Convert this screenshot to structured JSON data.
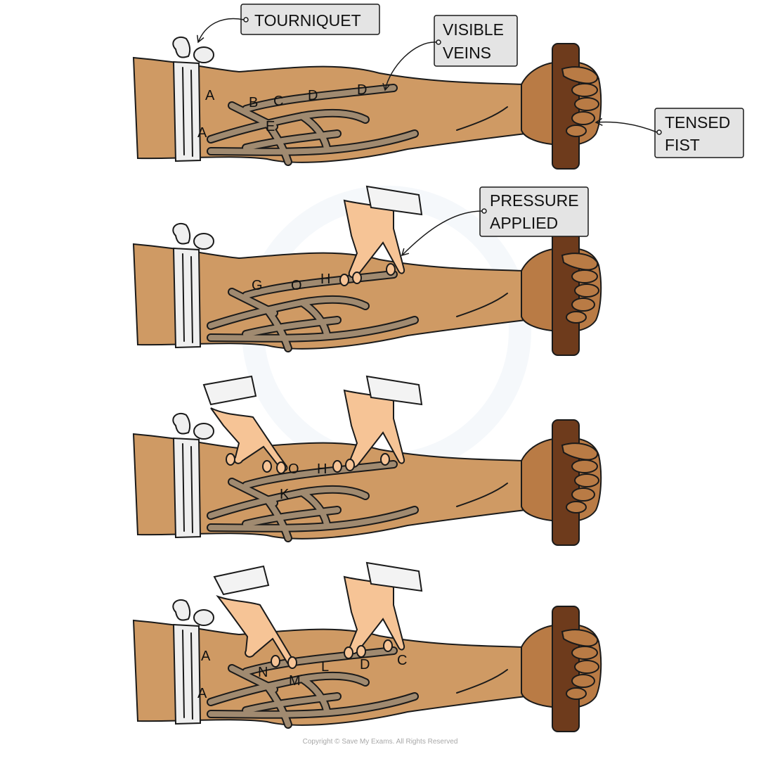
{
  "callouts": {
    "tourniquet": "TOURNIQUET",
    "visible_veins": [
      "VISIBLE",
      "VEINS"
    ],
    "tensed_fist": [
      "TENSED",
      "FIST"
    ],
    "pressure_applied": [
      "PRESSURE",
      "APPLIED"
    ]
  },
  "panels": [
    {
      "labels": [
        "A",
        "B",
        "C",
        "D",
        "D",
        "A",
        "E"
      ]
    },
    {
      "labels": [
        "G",
        "O",
        "H"
      ]
    },
    {
      "labels": [
        "O",
        "H",
        "K"
      ]
    },
    {
      "labels": [
        "A",
        "N",
        "M",
        "L",
        "D",
        "C",
        "A"
      ]
    }
  ],
  "copyright": "Copyright © Save My Exams. All Rights Reserved"
}
